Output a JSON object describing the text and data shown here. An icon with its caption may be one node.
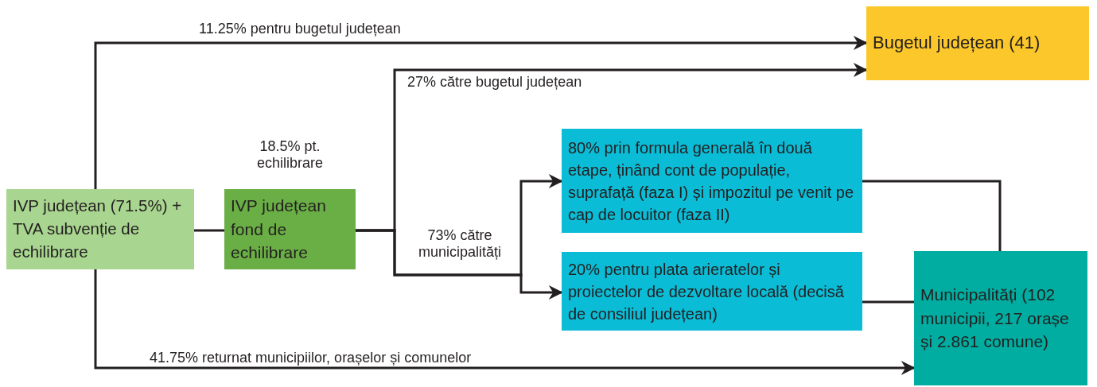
{
  "diagram": {
    "nodes": [
      {
        "text": [
          "IVP județean (71.5%) + TVA subvenție de echilibrare"
        ]
      },
      {
        "text": [
          "IVP județean fond de echilibrare"
        ],
        "beside": [
          "18.5% pt. echilibrare"
        ]
      },
      {
        "text": [
          "Bugetul județean (41)"
        ]
      },
      {
        "text": [
          "80% prin formula generală în două etape, ținând cont de populație, suprafață (faza I) și impozitul pe venit pe cap de locuitor (faza II)"
        ]
      },
      {
        "text": [
          "20% pentru plata arieratelor și proiectelor de dezvoltare locală (decisă de consiliul județean)"
        ]
      },
      {
        "text": [
          "Municipalități (102 municipii, 217 orașe și 2.861 comune)"
        ]
      }
    ],
    "edges": [
      {
        "from": 0,
        "to": 2,
        "arrow": "to",
        "label": "11.25% pentru bugetul județean"
      },
      {
        "from": 0,
        "to": 1,
        "arrow": "none"
      },
      {
        "from": 1,
        "to": 2,
        "arrow": "to",
        "label": "27% către bugetul județean"
      },
      {
        "from": 1,
        "to": 3,
        "arrow": "to",
        "label": "73% către municipalități"
      },
      {
        "from": 1,
        "to": 4,
        "arrow": "to"
      },
      {
        "from": 3,
        "to": 5,
        "arrow": "none"
      },
      {
        "from": 4,
        "to": 5,
        "arrow": "none"
      },
      {
        "from": 0,
        "to": 5,
        "arrow": "to",
        "label": "41.75% returnat municipiilor, orașelor și comunelor"
      }
    ]
  }
}
